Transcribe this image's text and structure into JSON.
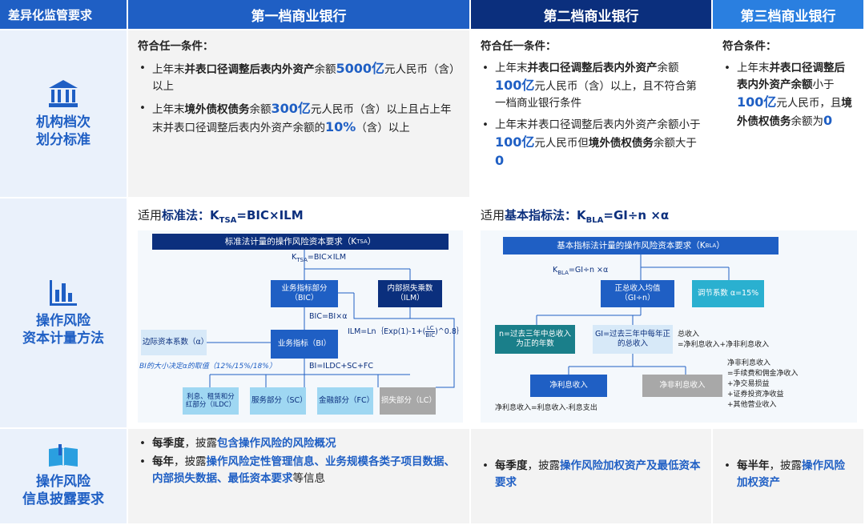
{
  "header": {
    "col0": "差异化监管要求",
    "col1": "第一档商业银行",
    "col2": "第二档商业银行",
    "col3": "第三档商业银行"
  },
  "rows": {
    "r1": {
      "title_line1": "机构档次",
      "title_line2": "划分标准",
      "icon": "bank-icon",
      "tier1": {
        "lead": "符合任一条件：",
        "b1_pre": "上年末",
        "b1_bold": "并表口径调整后表内外资产",
        "b1_mid": "余额",
        "b1_big": "5000亿",
        "b1_post": "元人民币（含）以上",
        "b2_pre": "上年末",
        "b2_bold": "境外债权债务",
        "b2_mid": "余额",
        "b2_big": "300亿",
        "b2_post": "元人民币（含）以上且占上年末并表口径调整后表内外资产余额的",
        "b2_big2": "10%",
        "b2_end": "（含）以上"
      },
      "tier2": {
        "lead": "符合任一条件：",
        "b1_pre": "上年末",
        "b1_bold": "并表口径调整后表内外资产",
        "b1_mid": "余额",
        "b1_big": "100亿",
        "b1_post": "元人民币（含）以上，且不符合第一档商业银行条件",
        "b2_pre": "上年末并表口径调整后表内外资产余额小于",
        "b2_big": "100亿",
        "b2_mid": "元人民币但",
        "b2_bold": "境外债权债务",
        "b2_post": "余额大于",
        "b2_big2": "0"
      },
      "tier3": {
        "lead": "符合条件：",
        "b1_pre": "上年末",
        "b1_bold": "并表口径调整后表内外资产余额",
        "b1_mid": "小于",
        "b1_big": "100亿",
        "b1_post": "元人民币，且",
        "b1_bold2": "境外债权债务",
        "b1_end": "余额为",
        "b1_big2": "0"
      }
    },
    "r2": {
      "title_line1": "操作风险",
      "title_line2": "资本计量方法",
      "icon": "bar-chart-icon",
      "left": {
        "pre": "适用",
        "method": "标准法：",
        "formula": "K",
        "sub": "TSA",
        "formula_rest": "=BIC×ILM",
        "d_title": "标准法计量的操作风险资本要求（K",
        "d_title_sub": "TSA",
        "d_title_end": "）",
        "f_ktsa": "K",
        "f_ktsa_sub": "TSA",
        "f_ktsa_rest": "=BIC×ILM",
        "bic": "业务指标部分（BIC）",
        "ilm": "内部损失乘数（ILM）",
        "bic_formula": "BIC=BI×α",
        "ilm_formula": "ILM=Ln｛Exp(1)-1+(",
        "ilm_frac_top": "LC",
        "ilm_frac_bot": "BIC",
        "ilm_formula_end": ")^0.8｝",
        "alpha": "边际资本系数（α）",
        "bi": "业务指标（BI）",
        "bi_note": "BI的大小决定α的取值（12%/15%/18%）",
        "bi_formula": "BI=ILDC+SC+FC",
        "ildc": "利息、租赁和分红部分（ILDC）",
        "sc": "服务部分（SC）",
        "fc": "金融部分（FC）",
        "lc": "损失部分（LC）"
      },
      "right": {
        "pre": "适用",
        "method": "基本指标法：",
        "formula": "K",
        "sub": "BLA",
        "formula_rest": "=GI÷n ×α",
        "d_title": "基本指标法计量的操作风险资本要求（K",
        "d_title_sub": "BLA",
        "d_title_end": "）",
        "f_k": "K",
        "f_k_sub": "BLA",
        "f_k_rest": "=GI÷n ×α",
        "avg": "正总收入均值（GI÷n）",
        "coef": "调节系数 α=15%",
        "n": "n=过去三年中总收入为正的年数",
        "gi": "GI=过去三年中每年正的总收入",
        "gi_note_1": "总收入",
        "gi_note_2": "=净利息收入+净非利息收入",
        "nii": "净利息收入",
        "nnii": "净非利息收入",
        "nii_note": "净利息收入=利息收入-利息支出",
        "nnii_note_1": "净非利息收入",
        "nnii_note_2": "=手续费和佣金净收入",
        "nnii_note_3": "+净交易损益",
        "nnii_note_4": "+证券投资净收益",
        "nnii_note_5": "+其他营业收入"
      }
    },
    "r3": {
      "title_line1": "操作风险",
      "title_line2": "信息披露要求",
      "icon": "book-flag-icon",
      "tier1": {
        "b1_bold": "每季度",
        "b1_pre": "，披露",
        "b1_blue": "包含操作风险的风险概况",
        "b2_bold": "每年",
        "b2_pre": "，披露",
        "b2_blue": "操作风险定性管理信息、业务规模各类子项目数据、内部损失数据、最低资本要求",
        "b2_end": "等信息"
      },
      "tier2": {
        "b1_bold": "每季度",
        "b1_pre": "，披露",
        "b1_blue": "操作风险加权资产及最低资本要求"
      },
      "tier3": {
        "b1_bold": "每半年",
        "b1_pre": "，披露",
        "b1_blue": "操作风险加权资产"
      }
    }
  },
  "colors": {
    "primary": "#1f5fc4",
    "dark": "#0b2f7d",
    "light": "#2a7fe0",
    "side_bg": "#eaf1fb"
  }
}
